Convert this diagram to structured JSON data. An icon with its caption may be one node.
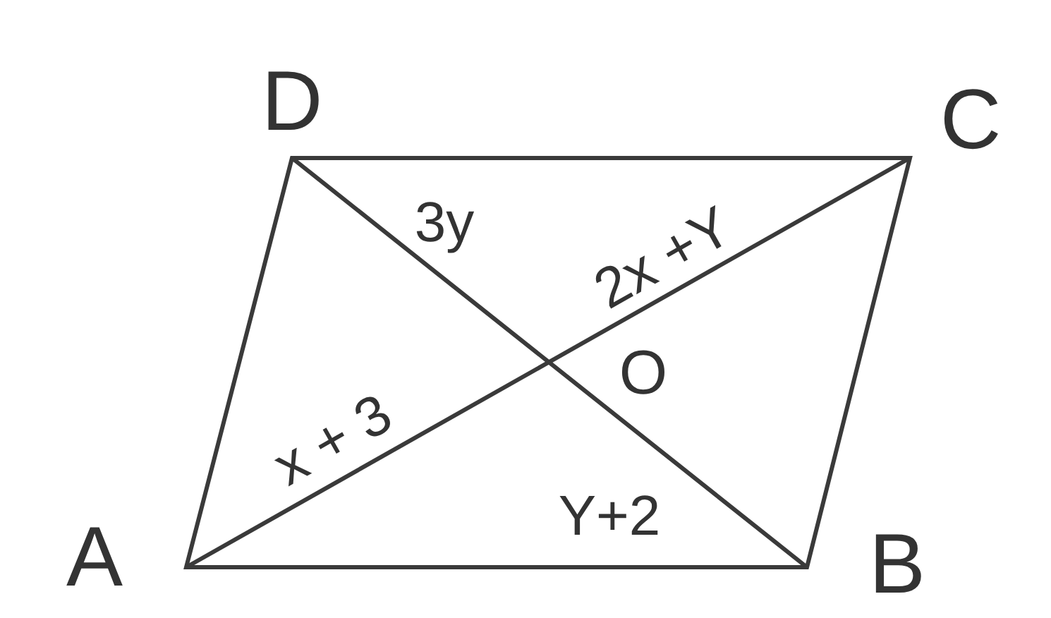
{
  "diagram": {
    "labels": [
      "D",
      "C",
      "3y",
      "2x +Y",
      "O",
      "x + 3",
      "A",
      "Y+2",
      "B"
    ]
  }
}
